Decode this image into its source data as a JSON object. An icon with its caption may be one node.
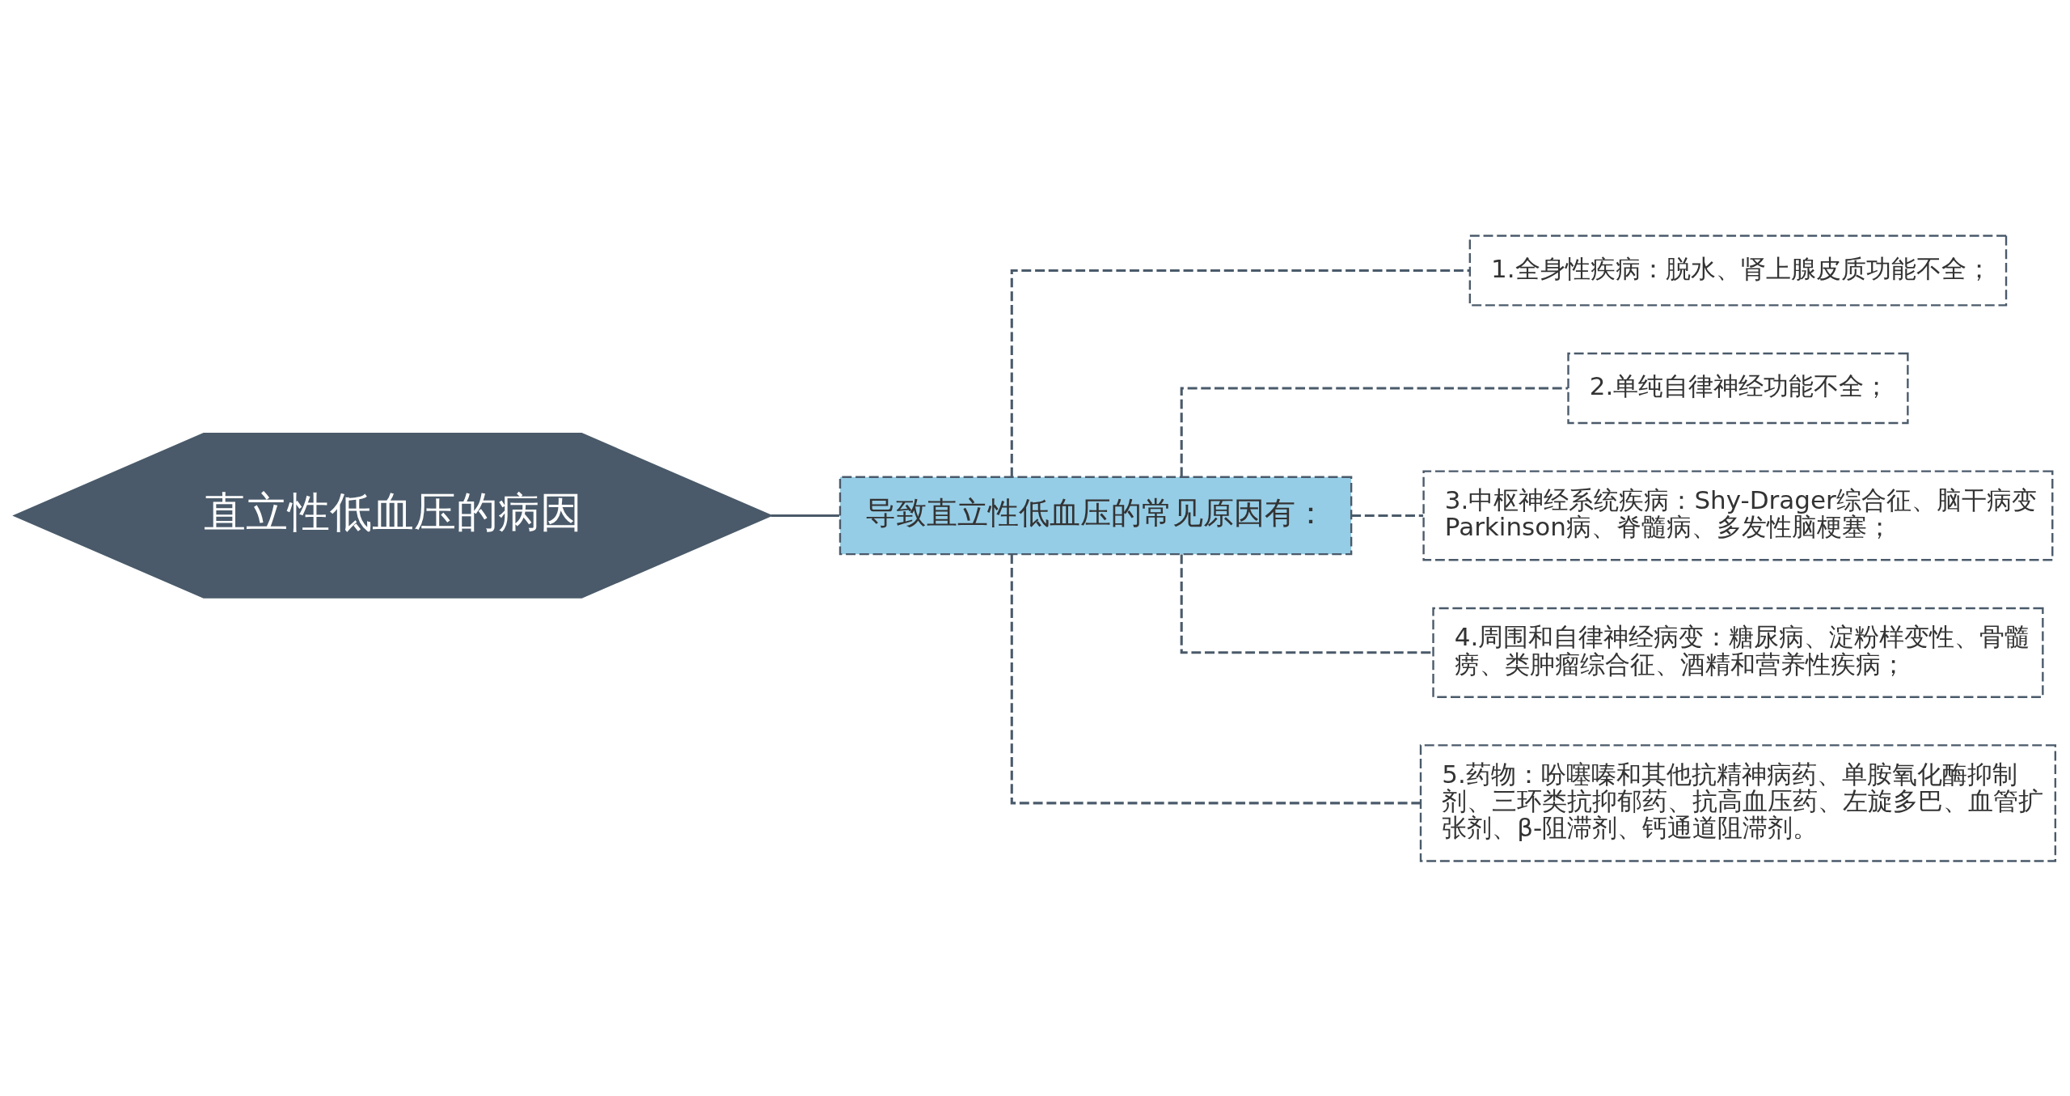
{
  "diagram": {
    "nodes": [
      {
        "text": [
          "直立性低血压的病因"
        ]
      },
      {
        "text": [
          "导致直立性低血压的常见原因有："
        ]
      },
      {
        "text": [
          "1.全身性疾病：脱水、肾上腺皮质功能不全；"
        ]
      },
      {
        "text": [
          "2.单纯自律神经功能不全；"
        ]
      },
      {
        "text": [
          "3.中枢神经系统疾病：Shy-Drager综合征、脑干病变Parkinson病、脊髓病、多发性脑梗塞；"
        ]
      },
      {
        "text": [
          "4.周围和自律神经病变：糖尿病、淀粉样变性、骨髓痨、类肿瘤综合征、酒精和营养性疾病；"
        ]
      },
      {
        "text": [
          "5.药物：吩噻嗪和其他抗精神病药、单胺氧化酶抑制剂、三环类抗抑郁药、抗高血压药、左旋多巴、血管扩张剂、β-阻滞剂、钙通道阻滞剂。"
        ]
      }
    ],
    "edges": [
      {
        "from": 0,
        "to": 1,
        "arrow": "none"
      },
      {
        "from": 1,
        "to": 2,
        "arrow": "none",
        "style": "dashed"
      },
      {
        "from": 1,
        "to": 3,
        "arrow": "none",
        "style": "dashed"
      },
      {
        "from": 1,
        "to": 4,
        "arrow": "none",
        "style": "dashed"
      },
      {
        "from": 1,
        "to": 5,
        "arrow": "none",
        "style": "dashed"
      },
      {
        "from": 1,
        "to": 6,
        "arrow": "none",
        "style": "dashed"
      }
    ]
  }
}
